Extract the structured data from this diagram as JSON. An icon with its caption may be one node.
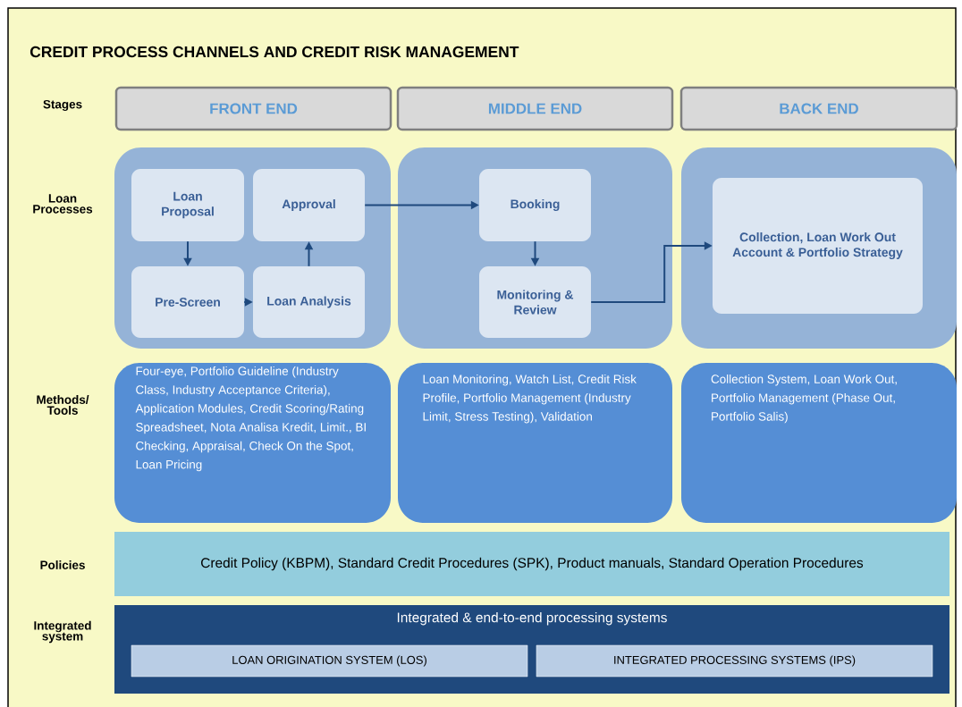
{
  "diagram": {
    "title": "CREDIT PROCESS CHANNELS AND CREDIT RISK MANAGEMENT",
    "nodes": [
      {
        "text": [
          "FRONT END"
        ]
      },
      {
        "text": [
          "MIDDLE END"
        ]
      },
      {
        "text": [
          "BACK END"
        ]
      },
      {
        "text": [],
        "shape": "box"
      },
      {
        "text": [
          "Loan Proposal"
        ],
        "in": 3
      },
      {
        "text": [
          "Approval"
        ],
        "in": 3
      },
      {
        "text": [
          "Pre-Screen"
        ],
        "in": 3
      },
      {
        "text": [
          "Loan Analysis"
        ],
        "in": 3
      },
      {
        "text": [],
        "shape": "box"
      },
      {
        "text": [
          "Booking"
        ],
        "in": 8
      },
      {
        "text": [
          "Monitoring & Review"
        ],
        "in": 8
      },
      {
        "text": [],
        "shape": "box"
      },
      {
        "text": [
          "Collection, Loan Work Out Account & Portfolio Strategy"
        ],
        "in": 11
      },
      {
        "text": [
          "Four-eye, Portfolio Guideline (Industry Class, Industry Acceptance Criteria), Application Modules, Credit Scoring/Rating Spreadsheet, Nota Analisa Kredit, Limit., BI Checking, Appraisal, Check On the Spot, Loan Pricing"
        ]
      },
      {
        "text": [
          "Loan Monitoring, Watch List, Credit Risk Profile, Portfolio Management (Industry Limit, Stress Testing), Validation"
        ]
      },
      {
        "text": [
          "Collection System, Loan Work Out, Portfolio Management (Phase Out, Portfolio Salis)"
        ]
      },
      {
        "text": [
          "Credit Policy (KBPM), Standard Credit Procedures (SPK), Product manuals, Standard Operation Procedures"
        ]
      },
      {
        "text": [
          "Integrated & end-to-end processing systems"
        ]
      },
      {
        "text": [
          "LOAN ORIGINATION SYSTEM (LOS)"
        ],
        "in": 17
      },
      {
        "text": [
          "INTEGRATED PROCESSING SYSTEMS (IPS)"
        ],
        "in": 17
      }
    ],
    "edges": [
      {
        "from": 4,
        "to": 6,
        "arrow": "to"
      },
      {
        "from": 6,
        "to": 7,
        "arrow": "to"
      },
      {
        "from": 7,
        "to": 5,
        "arrow": "to"
      },
      {
        "from": 5,
        "to": 9,
        "arrow": "to"
      },
      {
        "from": 9,
        "to": 10,
        "arrow": "to"
      },
      {
        "from": 10,
        "to": 12,
        "arrow": "to"
      }
    ],
    "labels": [
      "Stages",
      "Loan Processes",
      "Methods/ Tools",
      "Policies",
      "Integrated system"
    ]
  }
}
